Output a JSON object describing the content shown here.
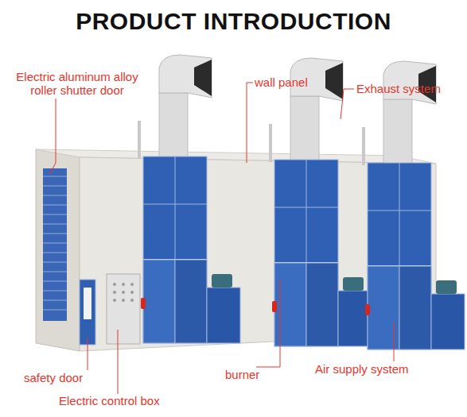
{
  "diagram": {
    "title": "PRODUCT INTRODUCTION",
    "labels": [
      "Electric aluminum alloy roller shutter door",
      "wall panel",
      "Exhaust system",
      "safety door",
      "Electric control box",
      "burner",
      "Air supply system"
    ]
  }
}
